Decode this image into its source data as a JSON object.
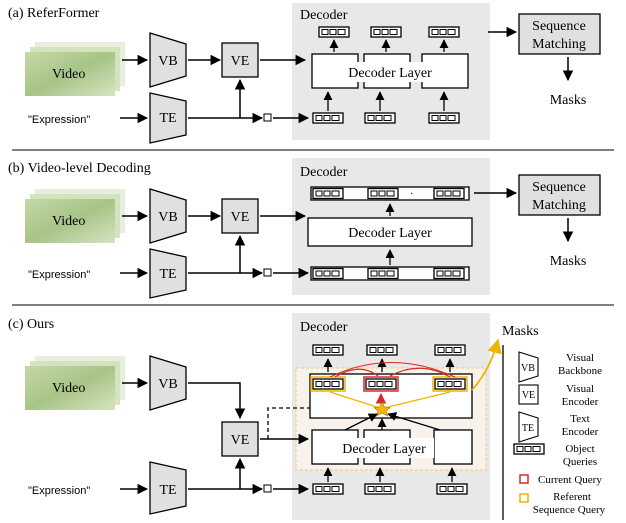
{
  "panels": {
    "a": {
      "title": "(a) ReferFormer",
      "video": "Video",
      "expression": "\"Expression\"",
      "vb": "VB",
      "ve": "VE",
      "te": "TE",
      "decoder": "Decoder",
      "decoder_layer": "Decoder Layer",
      "seq_line1": "Sequence",
      "seq_line2": "Matching",
      "masks": "Masks"
    },
    "b": {
      "title": "(b) Video-level Decoding",
      "video": "Video",
      "expression": "\"Expression\"",
      "vb": "VB",
      "ve": "VE",
      "te": "TE",
      "decoder": "Decoder",
      "decoder_layer": "Decoder Layer",
      "seq_line1": "Sequence",
      "seq_line2": "Matching",
      "masks": "Masks"
    },
    "c": {
      "title": "(c) Ours",
      "video": "Video",
      "expression": "\"Expression\"",
      "vb": "VB",
      "ve": "VE",
      "te": "TE",
      "decoder": "Decoder",
      "decoder_layer": "Decoder Layer",
      "masks": "Masks"
    }
  },
  "legend": {
    "vb_icon": "VB",
    "vb_line1": "Visual",
    "vb_line2": "Backbone",
    "ve_icon": "VE",
    "ve_line1": "Visual",
    "ve_line2": "Encoder",
    "te_icon": "TE",
    "te_line1": "Text",
    "te_line2": "Encoder",
    "oq_line1": "Object",
    "oq_line2": "Queries",
    "current_query": "Current Query",
    "ref_line1": "Referent",
    "ref_line2": "Sequence Query"
  },
  "colors": {
    "decoder_bg": "#e8e8e8",
    "block_fill": "#e0e0e0",
    "current_query": "#d62a2a",
    "referent_query": "#f0b400",
    "star": "#f5b800",
    "dashed_region": "#f1c87a",
    "video_thumb": "#a9c58a"
  }
}
